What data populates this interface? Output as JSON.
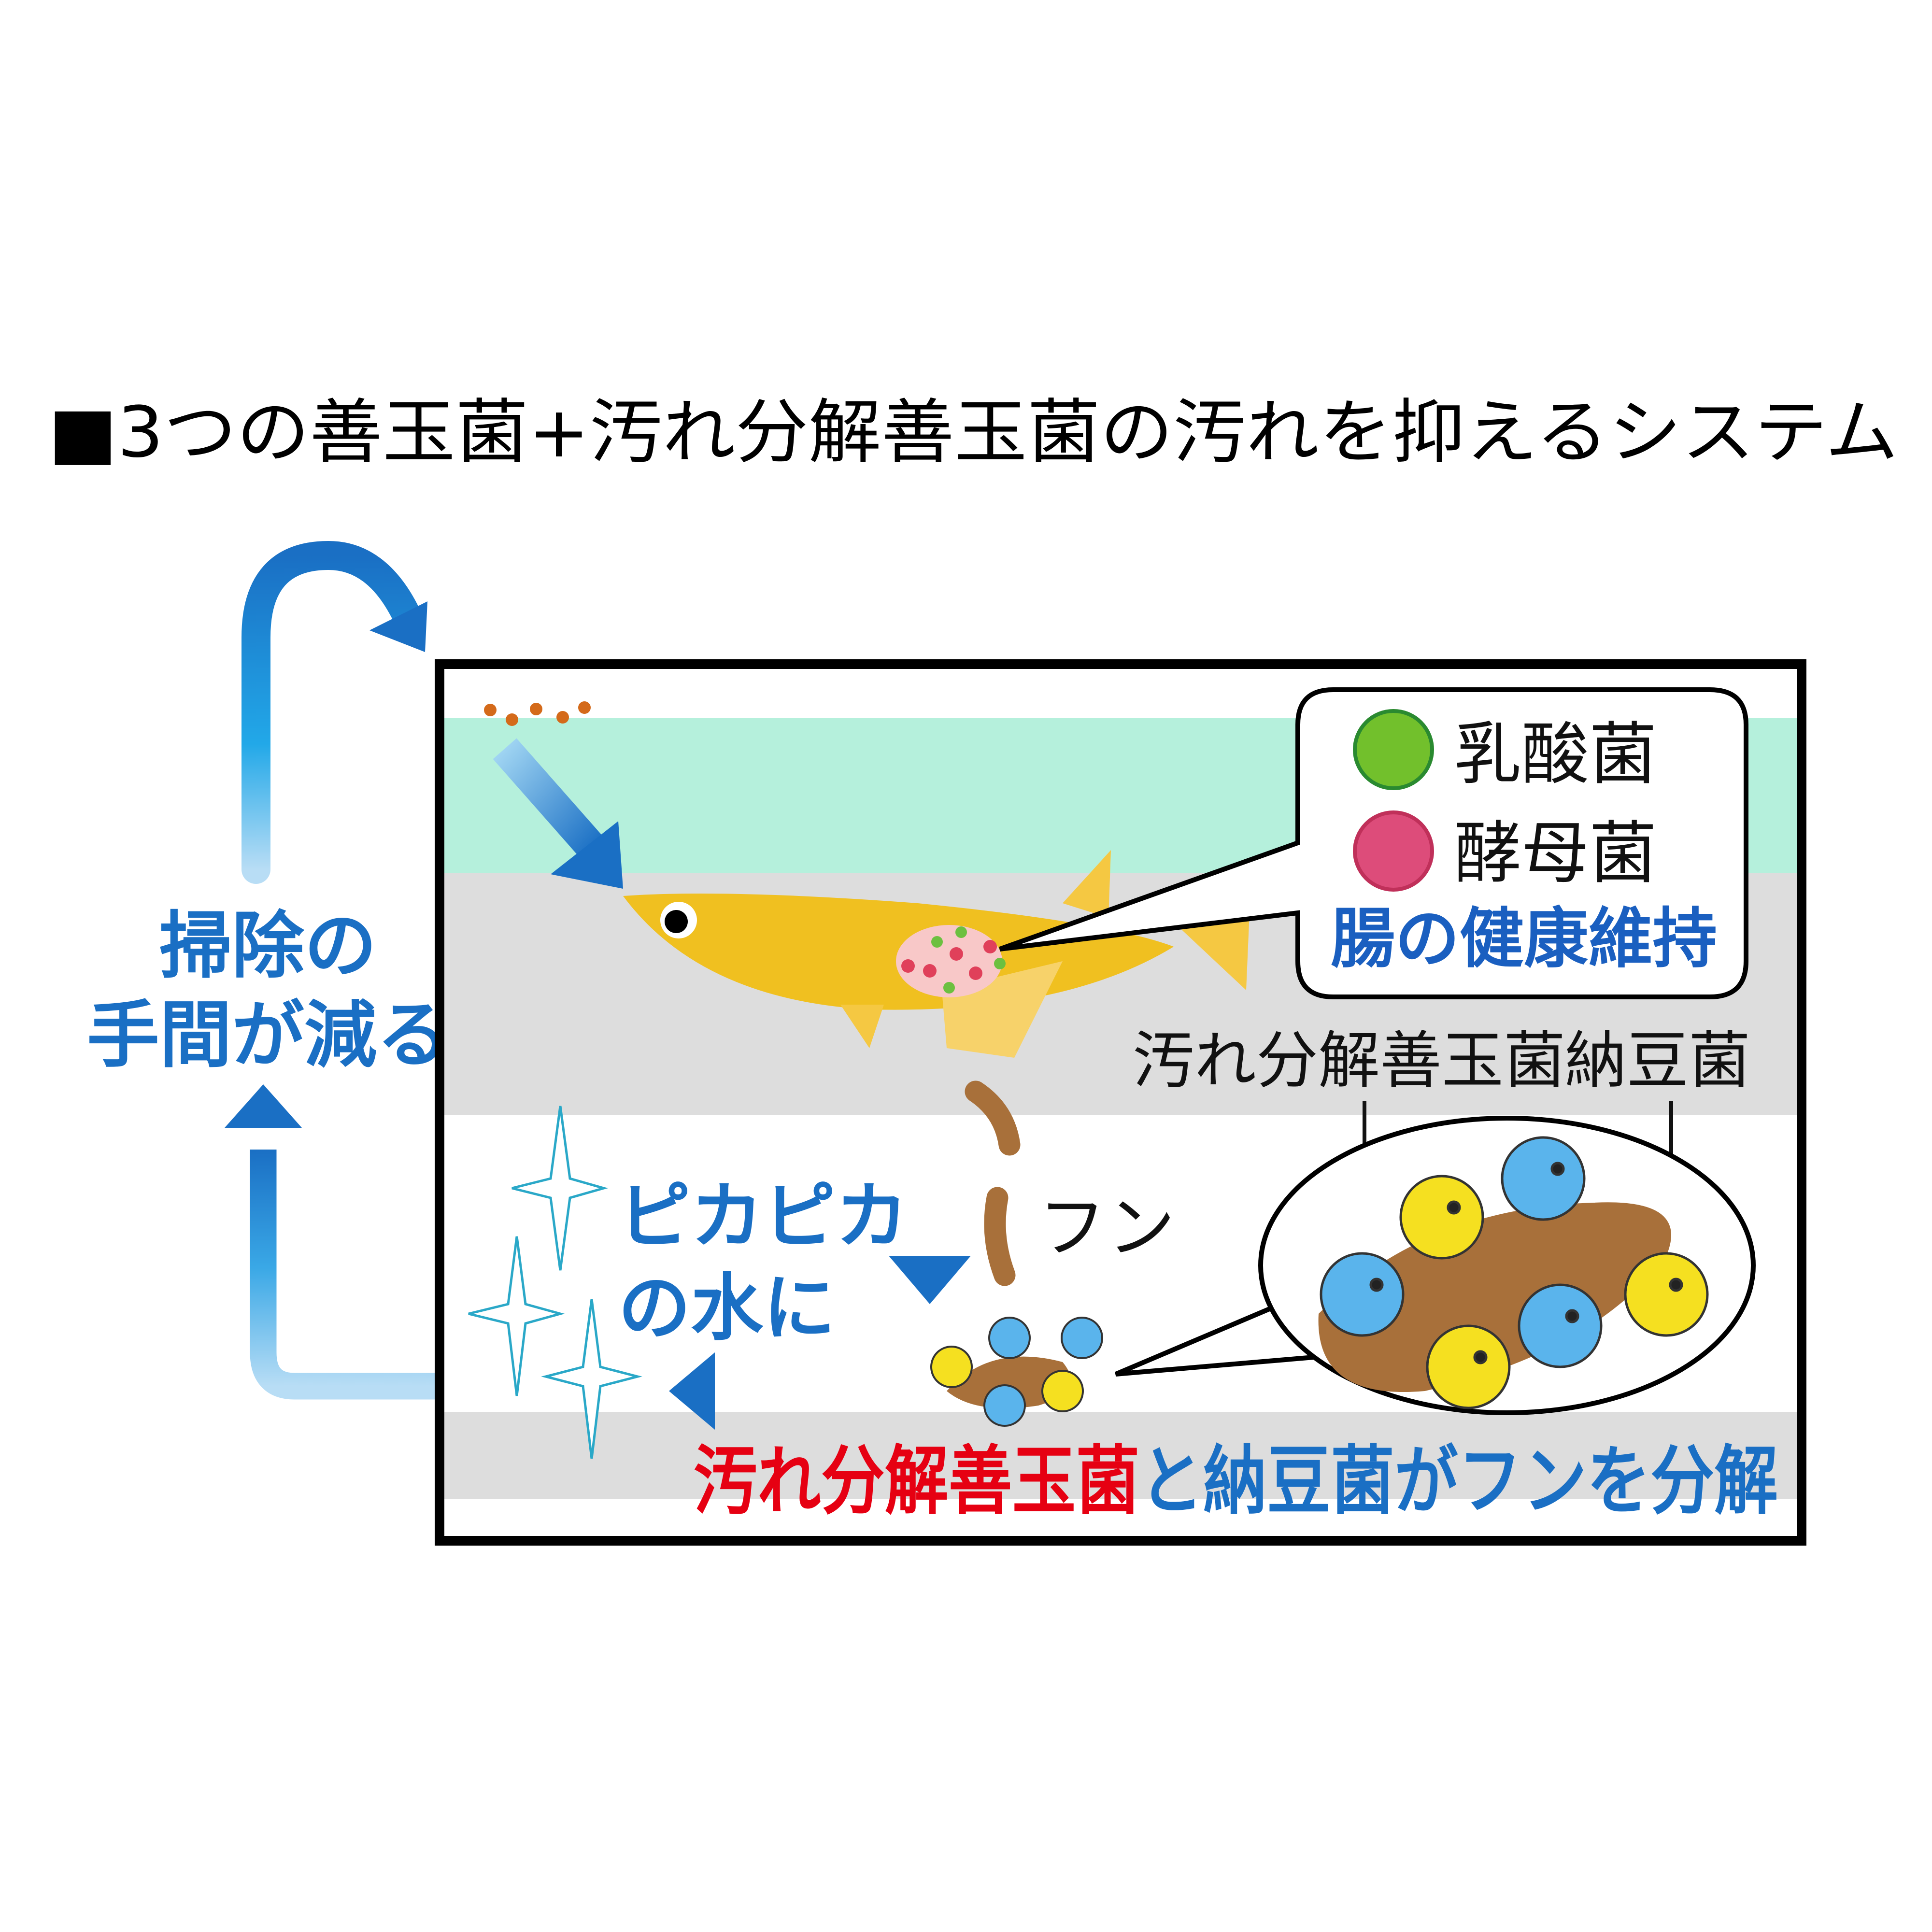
{
  "title": "■3つの善玉菌+汚れ分解善玉菌の汚れを抑えるシステム",
  "cycle_label": {
    "line1": "掃除の",
    "line2": "手間が減る"
  },
  "legend_bubble": {
    "items": [
      {
        "label": "乳酸菌",
        "color": "#72c02c"
      },
      {
        "label": "酵母菌",
        "color": "#dd4c7a"
      }
    ],
    "caption": "腸の健康維持"
  },
  "bacteria_heading": {
    "left": "汚れ分解善玉菌",
    "right": "納豆菌"
  },
  "waste_label": "フン",
  "clean_water": {
    "line1": "ピカピカ",
    "line2": "の水に"
  },
  "bottom_caption": {
    "red_part": "汚れ分解善玉菌",
    "blue_part": "と納豆菌がフンを分解"
  },
  "colors": {
    "accent_blue": "#1a6fc4",
    "red": "#e60012",
    "water_teal": "#b5f0dc",
    "gray_band": "#dddddd",
    "fish": "#f0c020",
    "waste": "#a8703a"
  }
}
